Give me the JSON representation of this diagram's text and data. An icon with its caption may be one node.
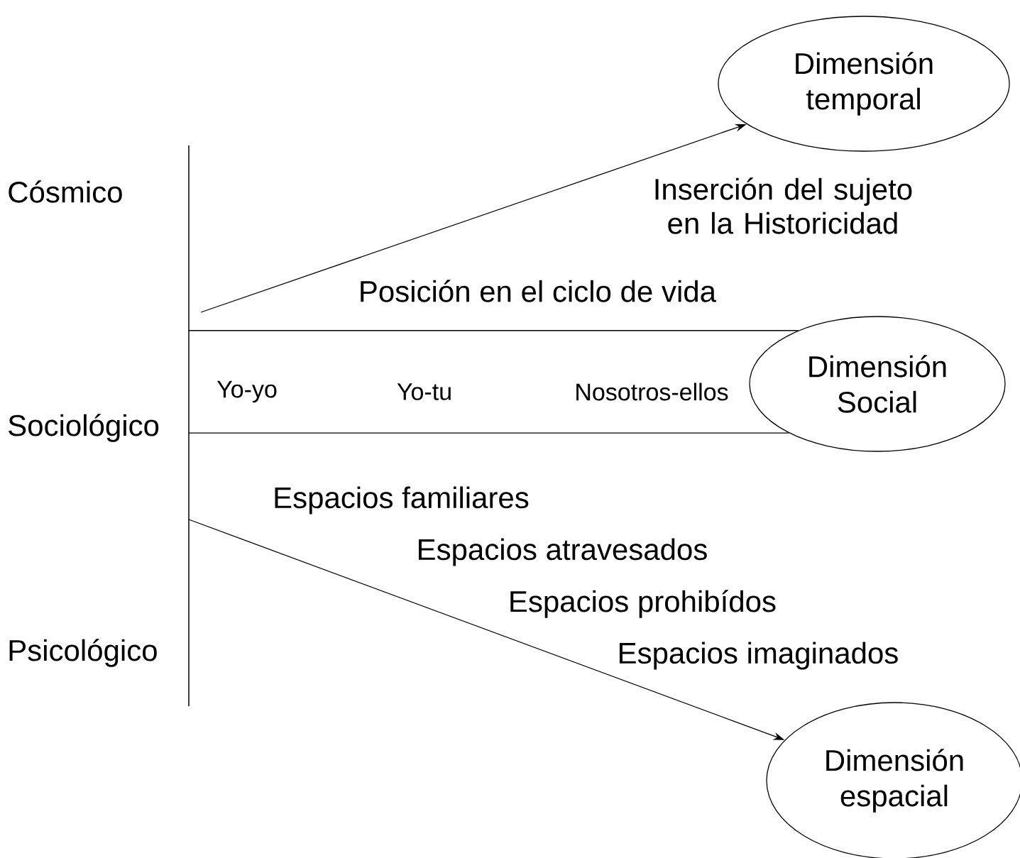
{
  "diagram": {
    "nodes": [
      {
        "text": [
          "Dimensión temporal"
        ]
      },
      {
        "text": [
          "Dimensión Social"
        ]
      },
      {
        "text": [
          "Dimensión espacial"
        ]
      }
    ],
    "edges": [
      {
        "from": null,
        "to": 0,
        "arrow": "to"
      },
      {
        "from": null,
        "to": 1,
        "arrow": "none"
      },
      {
        "from": null,
        "to": 1,
        "arrow": "none"
      },
      {
        "from": null,
        "to": 2,
        "arrow": "to"
      }
    ],
    "labels": [
      "Cósmico",
      "Inserción del sujeto en la Historicidad",
      "Posición en el ciclo de vida",
      "Yo-yo",
      "Yo-tu",
      "Nosotros-ellos",
      "Sociológico",
      "Espacios familiares",
      "Espacios atravesados",
      "Espacios prohibídos",
      "Psicológico",
      "Espacios imaginados"
    ]
  }
}
